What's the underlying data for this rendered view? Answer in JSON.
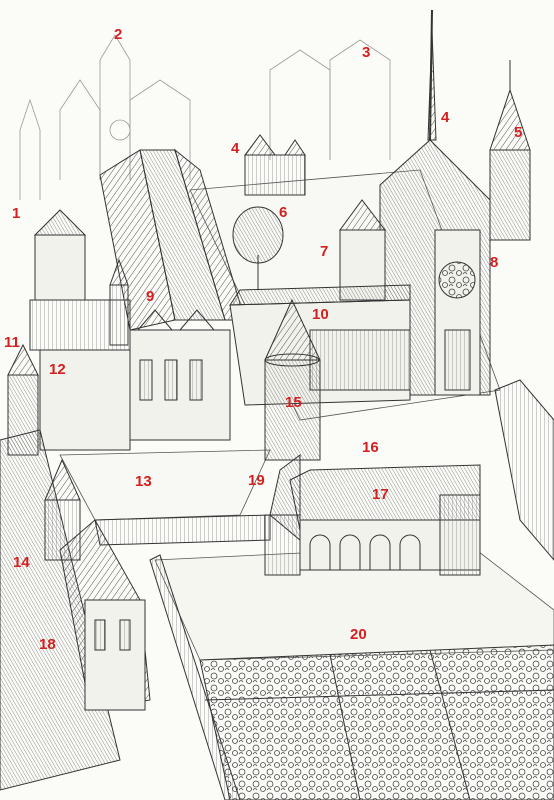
{
  "colors": {
    "label": "#d42020",
    "ink": "#333333",
    "ink_light": "#9a9a9a",
    "paper": "#fbfbf8"
  },
  "labels": [
    "1",
    "2",
    "3",
    "4",
    "4",
    "5",
    "6",
    "7",
    "8",
    "9",
    "10",
    "11",
    "12",
    "13",
    "14",
    "15",
    "16",
    "17",
    "18",
    "19",
    "20"
  ]
}
